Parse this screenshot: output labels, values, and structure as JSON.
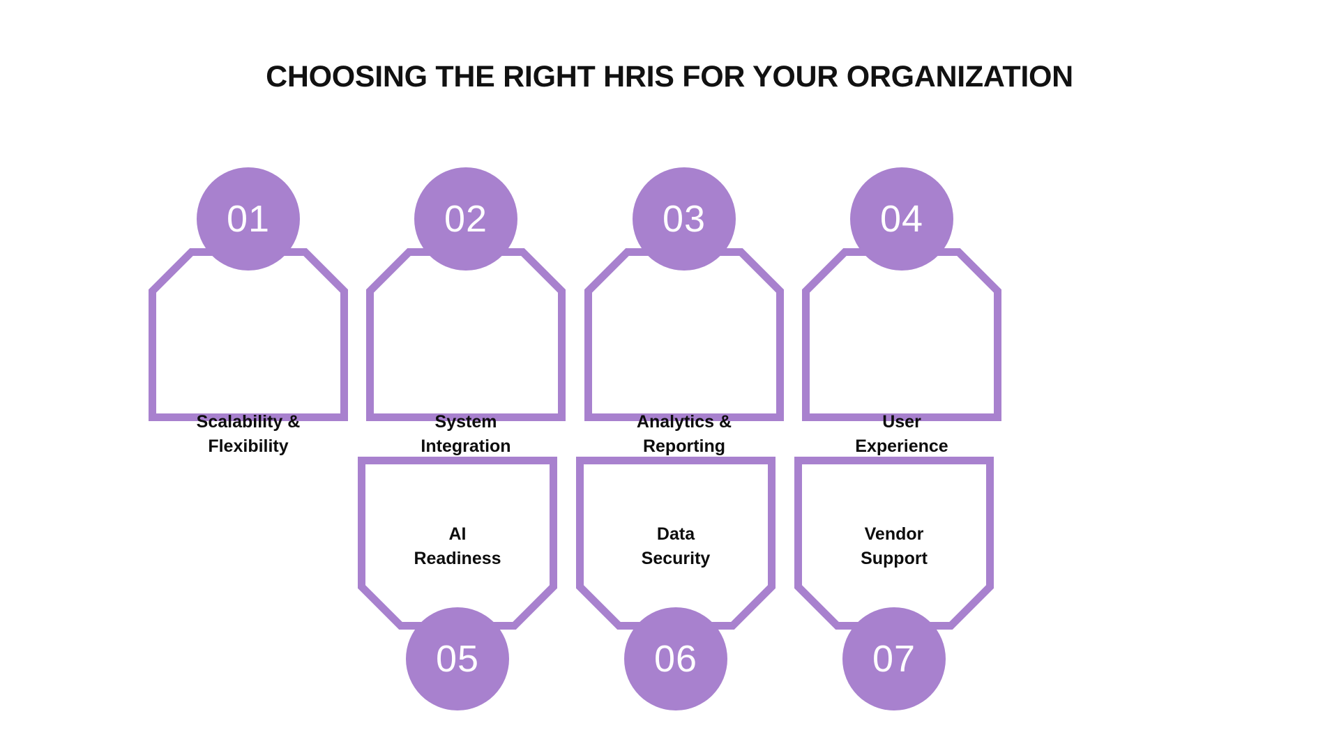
{
  "page": {
    "title": "CHOOSING THE RIGHT HRIS FOR YOUR ORGANIZATION",
    "background_color": "#FFFFFF",
    "accent_color": "#A881CE",
    "title_color": "#111111",
    "label_color": "#0D0D0D",
    "badge_text_color": "#FFFFFF"
  },
  "chart_data": {
    "type": "diagram",
    "title": "CHOOSING THE RIGHT HRIS FOR YOUR ORGANIZATION",
    "layout": "two rows of numbered pentagon callouts; top row badges above, bottom row badges below",
    "rows": [
      {
        "name": "top-row",
        "count": 4,
        "badge_position": "top"
      },
      {
        "name": "bottom-row",
        "count": 3,
        "badge_position": "bottom"
      }
    ],
    "categories": [
      "Scalability & Flexibility",
      "System Integration",
      "Analytics & Reporting",
      "User Experience",
      "AI Readiness",
      "Data Security",
      "Vendor Support"
    ],
    "numbers": [
      "01",
      "02",
      "03",
      "04",
      "05",
      "06",
      "07"
    ]
  },
  "top_row": [
    {
      "number": "01",
      "line1": "Scalability &",
      "line2": "Flexibility"
    },
    {
      "number": "02",
      "line1": "System",
      "line2": "Integration"
    },
    {
      "number": "03",
      "line1": "Analytics &",
      "line2": "Reporting"
    },
    {
      "number": "04",
      "line1": "User",
      "line2": "Experience"
    }
  ],
  "bottom_row": [
    {
      "number": "05",
      "line1": "AI",
      "line2": "Readiness"
    },
    {
      "number": "06",
      "line1": "Data",
      "line2": "Security"
    },
    {
      "number": "07",
      "line1": "Vendor",
      "line2": "Support"
    }
  ]
}
